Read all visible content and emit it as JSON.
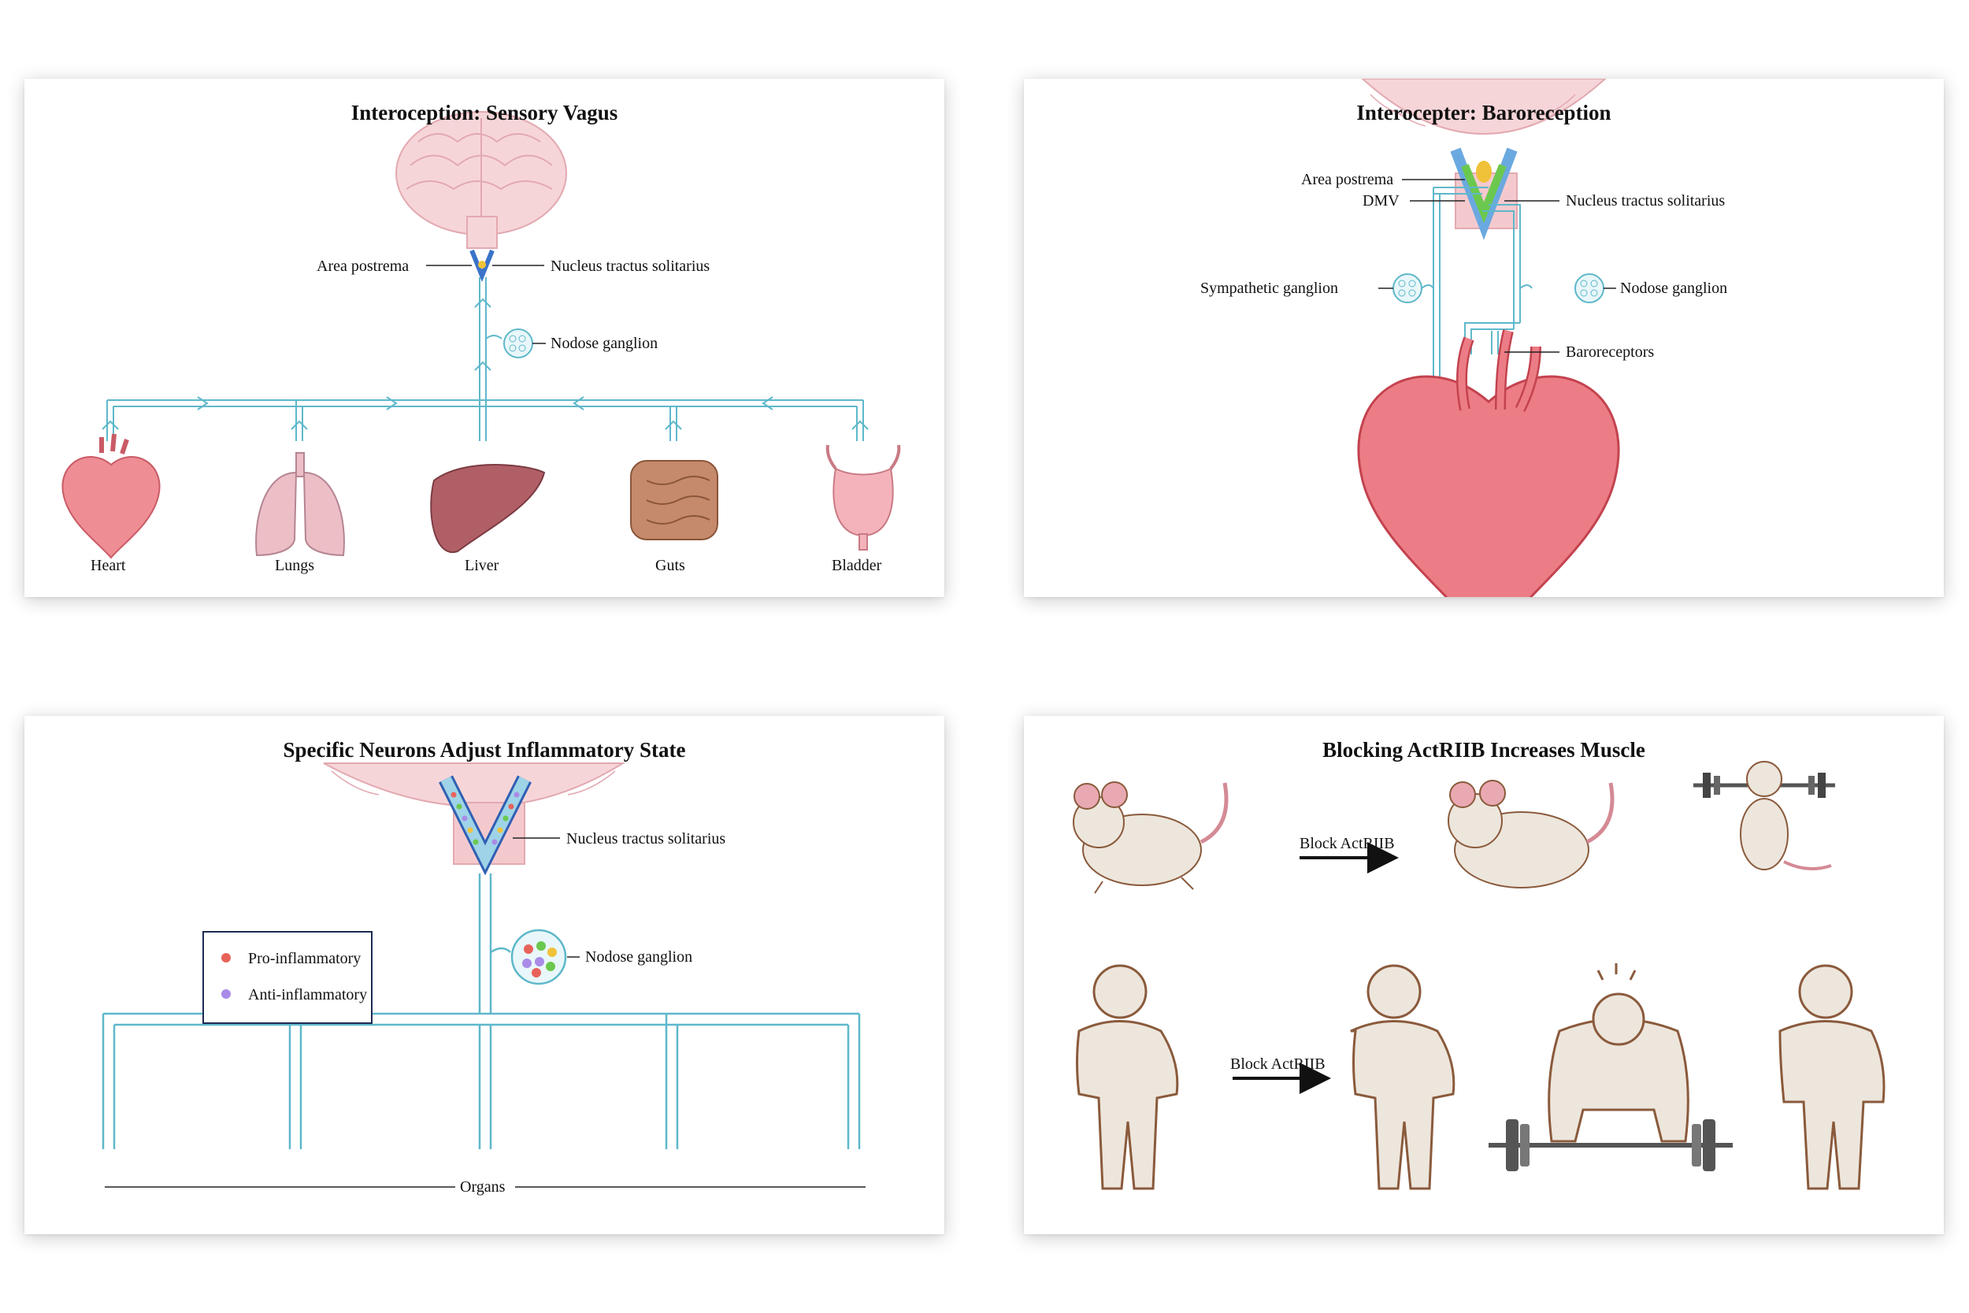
{
  "panels": {
    "sensory_vagus": {
      "title": "Interoception: Sensory Vagus",
      "labels": {
        "area_postrema": "Area postrema",
        "nts": "Nucleus tractus solitarius",
        "nodose": "Nodose ganglion"
      },
      "organs": [
        "Heart",
        "Lungs",
        "Liver",
        "Guts",
        "Bladder"
      ]
    },
    "baroreception": {
      "title": "Interocepter: Baroreception",
      "labels": {
        "area_postrema": "Area postrema",
        "dmv": "DMV",
        "nts": "Nucleus tractus solitarius",
        "sympathetic": "Sympathetic ganglion",
        "nodose": "Nodose ganglion",
        "baroreceptors": "Baroreceptors"
      }
    },
    "inflammatory": {
      "title": "Specific Neurons Adjust Inflammatory State",
      "labels": {
        "nts": "Nucleus tractus solitarius",
        "nodose": "Nodose ganglion",
        "organs": "Organs"
      },
      "legend": [
        {
          "label": "Pro-inflammatory",
          "color": "#e8625a"
        },
        {
          "label": "Anti-inflammatory",
          "color": "#a98be8"
        }
      ]
    },
    "actriib": {
      "title": "Blocking ActRIIB Increases Muscle",
      "mouse_arrow_label": "Block ActRIIB",
      "human_arrow_label": "Block ActRIIB"
    }
  },
  "colors": {
    "nerve": "#8ed3e0",
    "nerve_stroke": "#5eb8ca",
    "brain": "#f6d5d8",
    "organ": "#ef8d94",
    "heart": "#ec7d86",
    "skin": "#ede6dc",
    "figure_stroke": "#8a5a3c",
    "legend_border": "#1f2a52"
  }
}
